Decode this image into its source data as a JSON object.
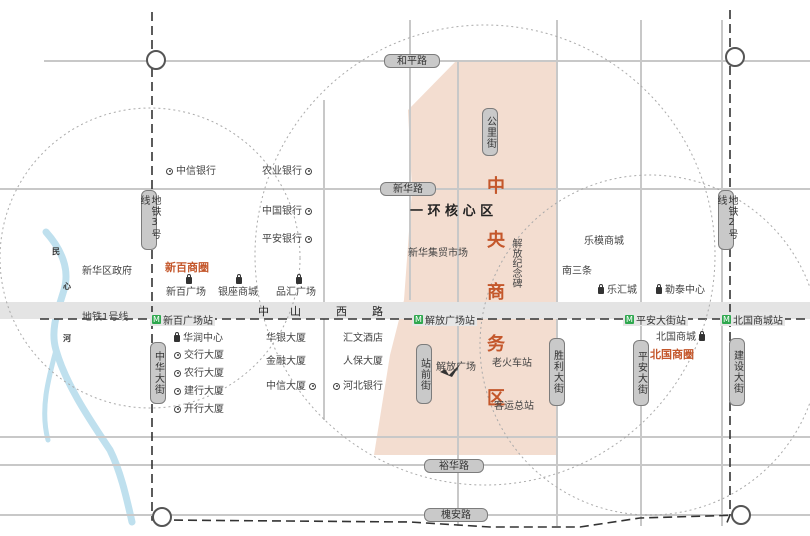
{
  "roads_h": {
    "heping": "和平路",
    "xinhua": "新华路",
    "yuhua": "裕华路",
    "huaian": "槐安路"
  },
  "zhongshan": [
    "中",
    "山",
    "西",
    "路"
  ],
  "roads_v": {
    "gongli": "公里街",
    "zhanqian": "站前街",
    "shengli": "胜利大街",
    "pingan": "平安大街",
    "jianshe": "建设大街",
    "zhonghua": "中华大街",
    "metro3": "地铁3号线",
    "metro2": "地铁2号线"
  },
  "metro1_label": "地铁1号线",
  "stations": [
    "新百广场站",
    "解放广场站",
    "平安大街站",
    "北国商城站"
  ],
  "core_title": "一 环 核 心 区",
  "cbd_chars": [
    "中",
    "央",
    "商",
    "务",
    "区"
  ],
  "zones": {
    "xinbai": "新百商圈",
    "beiguo": "北国商圈"
  },
  "river_chars": [
    "民",
    "心",
    "河"
  ],
  "banks_left": [
    "中信银行",
    "中国银行",
    "平安银行"
  ],
  "bank_right": "农业银行",
  "shops_top": [
    "新百广场",
    "银座商城",
    "品汇广场"
  ],
  "south_west": {
    "huarun": "华润中心",
    "list": [
      "交行大厦",
      "农行大厦",
      "建行大厦",
      "开行大厦"
    ]
  },
  "south_mid": {
    "huayin": "华银大厦",
    "jinrong": "金融大厦",
    "zhongxin": "中信大厦",
    "huiwen": "汇文酒店",
    "renbao": "人保大厦",
    "hebei": "河北银行"
  },
  "xinhua_gov": "新华区政府",
  "jimao": "新华集贸市场",
  "monument": "解放纪念碑",
  "jiefang_sq": "解放广场",
  "old_station": "老火车站",
  "bus_station": "客运总站",
  "east": {
    "lemo": "乐模商城",
    "nansan": "南三条",
    "lehui": "乐汇城",
    "letai": "勒泰中心",
    "beiguo_mall": "北国商城"
  },
  "colors": {
    "cbd_fill": "#f3ddd0",
    "zone_text": "#c4572b",
    "metro_green": "#2fa84f",
    "river": "#bfe0ee",
    "road": "#cfcfcf"
  }
}
